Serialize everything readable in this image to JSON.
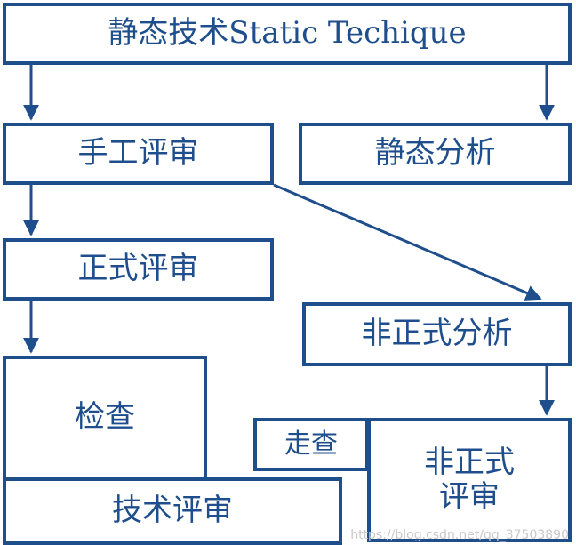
{
  "diagram": {
    "root": "静态技术Static Techique",
    "manual_review": "手工评审",
    "static_analysis": "静态分析",
    "formal_review": "正式评审",
    "informal_analysis": "非正式分析",
    "inspection": "检查",
    "walkthrough": "走查",
    "informal_review_line1": "非正式",
    "informal_review_line2": "评审",
    "technical_review": "技术评审"
  },
  "watermark": "https://blog.csdn.net/qq_37503890",
  "colors": {
    "stroke": "#1f4e8c",
    "text": "#1f4e8c"
  }
}
